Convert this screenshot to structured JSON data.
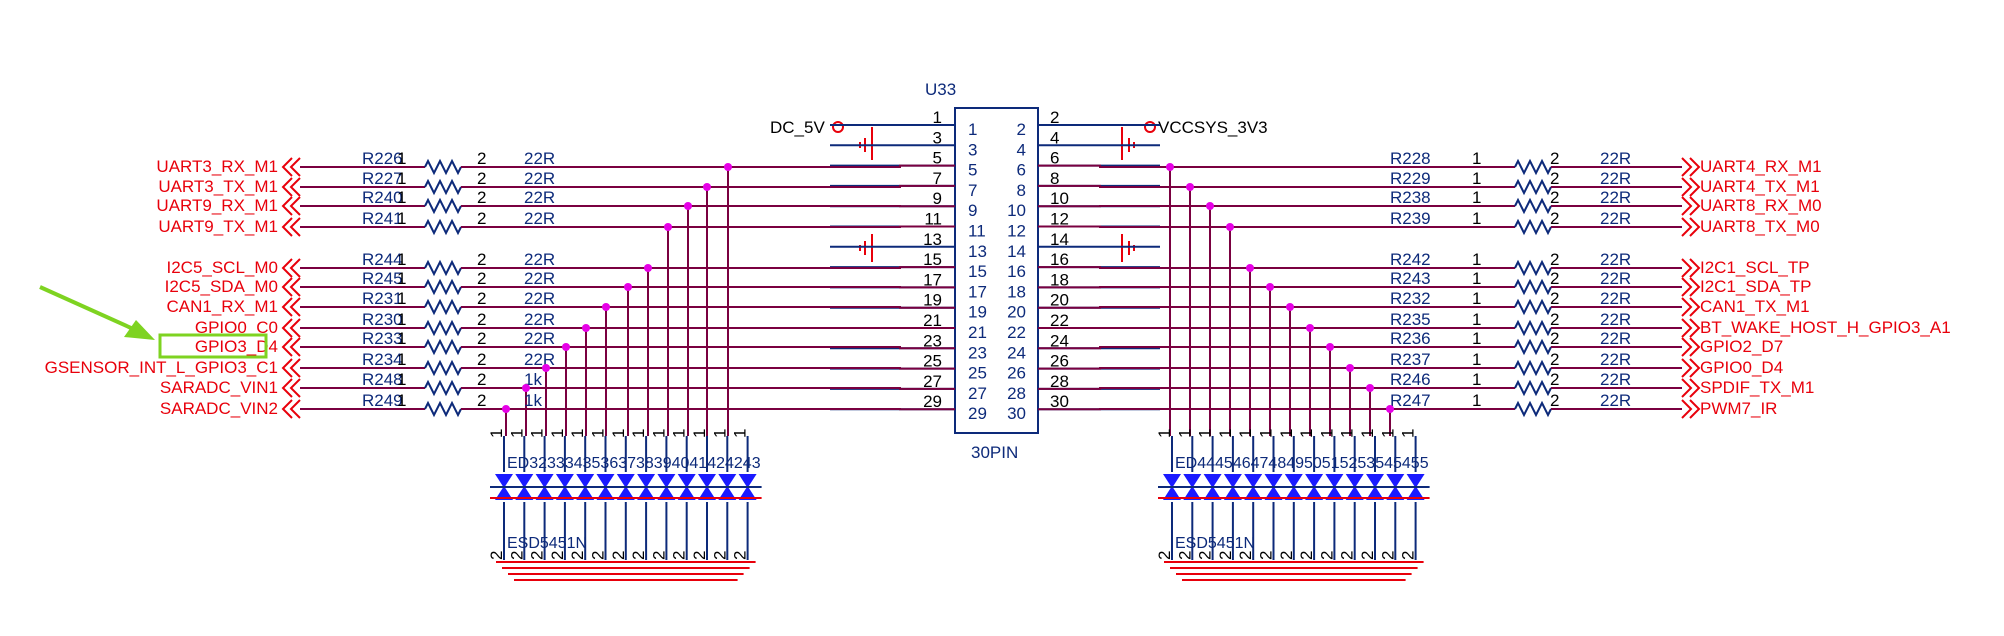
{
  "connector": {
    "ref": "U33",
    "part": "30PIN",
    "power_left": "DC_5V",
    "power_right": "VCCSYS_3V3",
    "left_outer_pins": [
      "1",
      "3",
      "5",
      "7",
      "9",
      "11",
      "13",
      "15",
      "17",
      "19",
      "21",
      "23",
      "25",
      "27",
      "29"
    ],
    "left_inner_pins": [
      "1",
      "3",
      "5",
      "7",
      "9",
      "11",
      "13",
      "15",
      "17",
      "19",
      "21",
      "23",
      "25",
      "27",
      "29"
    ],
    "right_inner_pins": [
      "2",
      "4",
      "6",
      "8",
      "10",
      "12",
      "14",
      "16",
      "18",
      "20",
      "22",
      "24",
      "26",
      "28",
      "30"
    ],
    "right_outer_pins": [
      "2",
      "4",
      "6",
      "8",
      "10",
      "12",
      "14",
      "16",
      "18",
      "20",
      "22",
      "24",
      "26",
      "28",
      "30"
    ]
  },
  "left_nets": [
    {
      "net": "UART3_RX_M1",
      "ref": "R226",
      "value": "22R",
      "p1": "1",
      "p2": "2"
    },
    {
      "net": "UART3_TX_M1",
      "ref": "R227",
      "value": "22R",
      "p1": "1",
      "p2": "2"
    },
    {
      "net": "UART9_RX_M1",
      "ref": "R240",
      "value": "22R",
      "p1": "1",
      "p2": "2"
    },
    {
      "net": "UART9_TX_M1",
      "ref": "R241",
      "value": "22R",
      "p1": "1",
      "p2": "2"
    },
    {
      "net": "I2C5_SCL_M0",
      "ref": "R244",
      "value": "22R",
      "p1": "1",
      "p2": "2"
    },
    {
      "net": "I2C5_SDA_M0",
      "ref": "R245",
      "value": "22R",
      "p1": "1",
      "p2": "2"
    },
    {
      "net": "CAN1_RX_M1",
      "ref": "R231",
      "value": "22R",
      "p1": "1",
      "p2": "2"
    },
    {
      "net": "GPIO0_C0",
      "ref": "R230",
      "value": "22R",
      "p1": "1",
      "p2": "2"
    },
    {
      "net": "GPIO3_D4",
      "ref": "R233",
      "value": "22R",
      "p1": "1",
      "p2": "2"
    },
    {
      "net": "GSENSOR_INT_L_GPIO3_C1",
      "ref": "R234",
      "value": "22R",
      "p1": "1",
      "p2": "2"
    },
    {
      "net": "SARADC_VIN1",
      "ref": "R248",
      "value": "1k",
      "p1": "1",
      "p2": "2"
    },
    {
      "net": "SARADC_VIN2",
      "ref": "R249",
      "value": "1k",
      "p1": "1",
      "p2": "2"
    }
  ],
  "right_nets": [
    {
      "net": "UART4_RX_M1",
      "ref": "R228",
      "value": "22R",
      "p1": "1",
      "p2": "2"
    },
    {
      "net": "UART4_TX_M1",
      "ref": "R229",
      "value": "22R",
      "p1": "1",
      "p2": "2"
    },
    {
      "net": "UART8_RX_M0",
      "ref": "R238",
      "value": "22R",
      "p1": "1",
      "p2": "2"
    },
    {
      "net": "UART8_TX_M0",
      "ref": "R239",
      "value": "22R",
      "p1": "1",
      "p2": "2"
    },
    {
      "net": "I2C1_SCL_TP",
      "ref": "R242",
      "value": "22R",
      "p1": "1",
      "p2": "2"
    },
    {
      "net": "I2C1_SDA_TP",
      "ref": "R243",
      "value": "22R",
      "p1": "1",
      "p2": "2"
    },
    {
      "net": "CAN1_TX_M1",
      "ref": "R232",
      "value": "22R",
      "p1": "1",
      "p2": "2"
    },
    {
      "net": "BT_WAKE_HOST_H_GPIO3_A1",
      "ref": "R235",
      "value": "22R",
      "p1": "1",
      "p2": "2"
    },
    {
      "net": "GPIO2_D7",
      "ref": "R236",
      "value": "22R",
      "p1": "1",
      "p2": "2"
    },
    {
      "net": "GPIO0_D4",
      "ref": "R237",
      "value": "22R",
      "p1": "1",
      "p2": "2"
    },
    {
      "net": "SPDIF_TX_M1",
      "ref": "R246",
      "value": "22R",
      "p1": "1",
      "p2": "2"
    },
    {
      "net": "PWM7_IR",
      "ref": "R247",
      "value": "22R",
      "p1": "1",
      "p2": "2"
    }
  ],
  "esd_left": {
    "label_top": "ED32333435363738394041424243",
    "label_bottom": "ESD5451N",
    "pin1": "1",
    "pin2": "2"
  },
  "esd_right": {
    "label_top": "ED44454647484950515253545455",
    "label_bottom": "ESD5451N",
    "pin1": "1",
    "pin2": "2"
  },
  "highlight_net": "GPIO3_D4",
  "colors": {
    "net": "#e8000b",
    "wire": "#7a0040",
    "part": "#0d2a7a",
    "dot": "#e600e6",
    "highlight": "#7ed321",
    "esd": "#1a1aff"
  }
}
